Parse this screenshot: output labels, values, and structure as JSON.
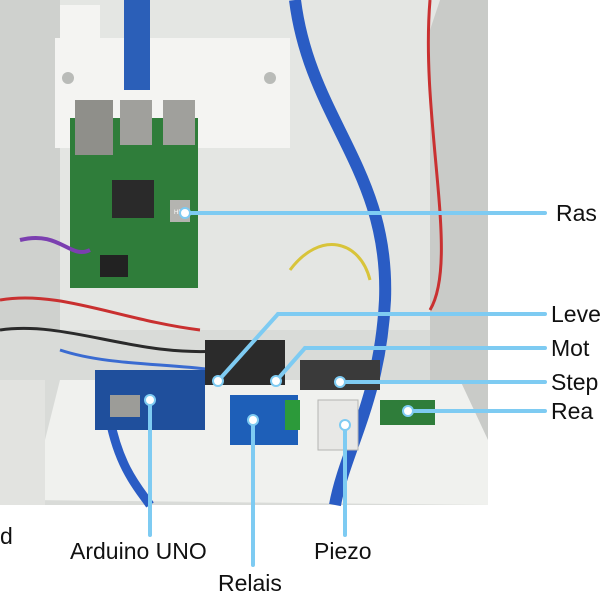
{
  "photo": {
    "subject": "electronics-enclosure-photo",
    "callout_color": "#7ecbf2"
  },
  "labels": {
    "raspberry": "Ras",
    "level": "Leve",
    "motor": "Mot",
    "stepper": "Step",
    "reader": "Rea",
    "left_cut": "d",
    "arduino": "Arduino UNO",
    "piezo": "Piezo",
    "relais": "Relais"
  },
  "board_text": {
    "hdmi": "HDMI"
  }
}
